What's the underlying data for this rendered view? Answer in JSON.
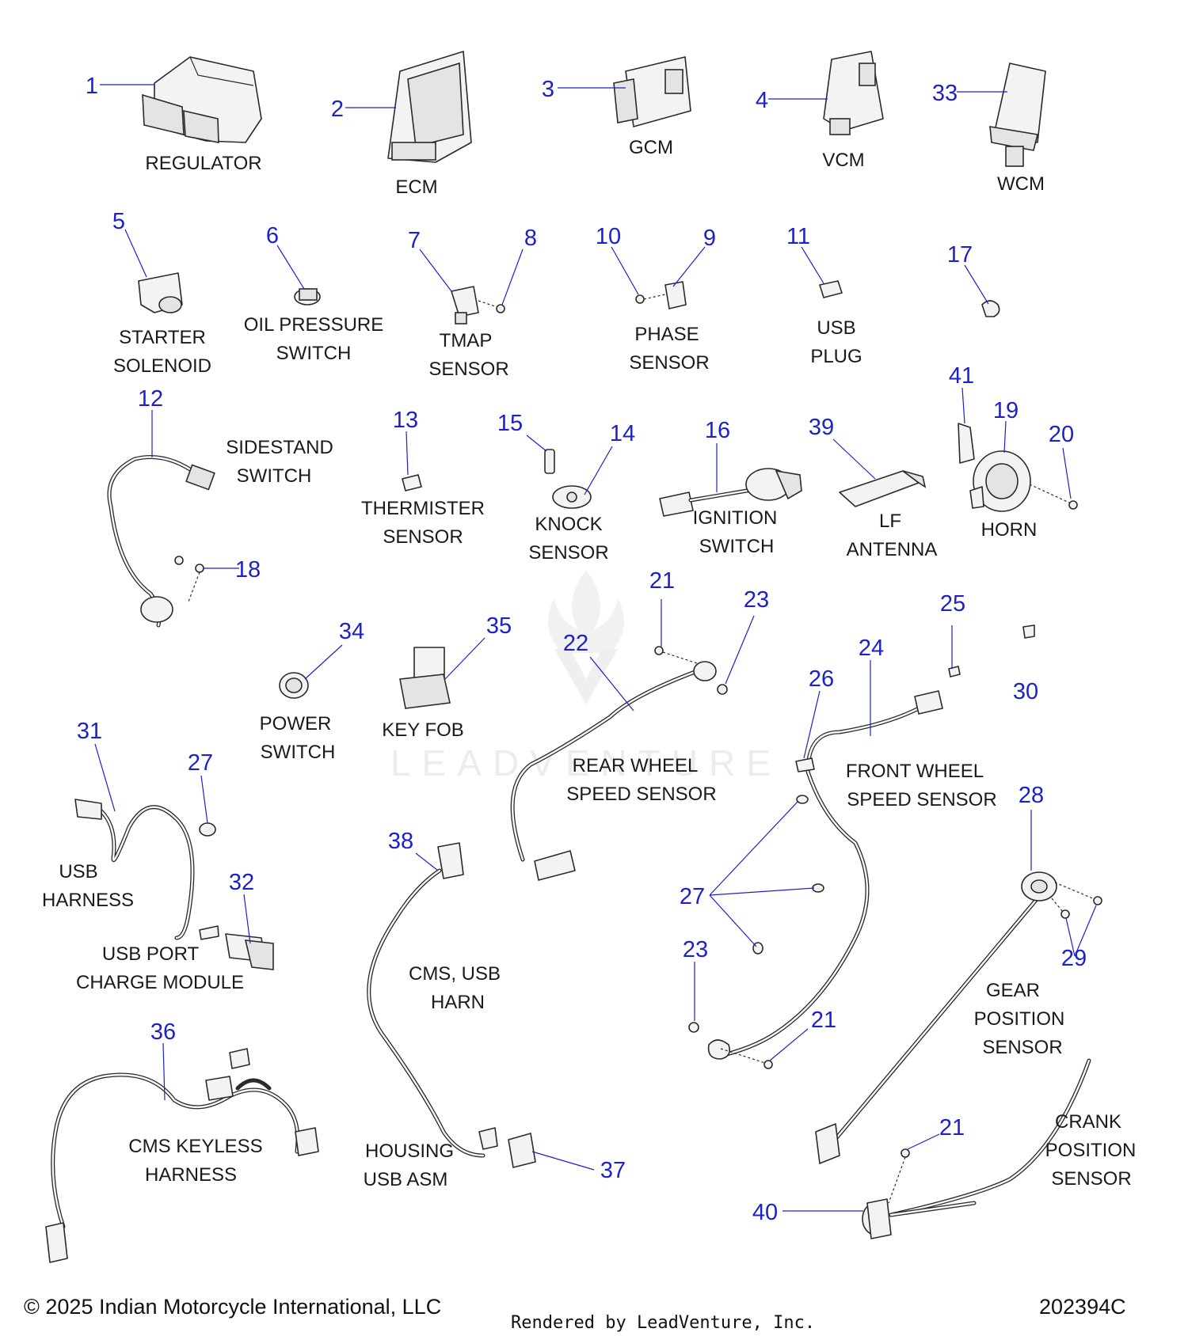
{
  "parts": [
    {
      "num": "1",
      "label": [
        "REGULATOR"
      ]
    },
    {
      "num": "2",
      "label": [
        "ECM"
      ]
    },
    {
      "num": "3",
      "label": [
        "GCM"
      ]
    },
    {
      "num": "4",
      "label": [
        "VCM"
      ]
    },
    {
      "num": "33",
      "label": [
        "WCM"
      ]
    },
    {
      "num": "5",
      "label": [
        "STARTER",
        "SOLENOID"
      ]
    },
    {
      "num": "6",
      "label": [
        "OIL PRESSURE",
        "SWITCH"
      ]
    },
    {
      "num": "7",
      "label": [
        "TMAP",
        "SENSOR"
      ]
    },
    {
      "num": "8",
      "label": []
    },
    {
      "num": "10",
      "label": []
    },
    {
      "num": "9",
      "label": [
        "PHASE",
        "SENSOR"
      ]
    },
    {
      "num": "11",
      "label": [
        "USB",
        "PLUG"
      ]
    },
    {
      "num": "17",
      "label": []
    },
    {
      "num": "12",
      "label": [
        "SIDESTAND",
        "SWITCH"
      ]
    },
    {
      "num": "18",
      "label": []
    },
    {
      "num": "13",
      "label": [
        "THERMISTER",
        "SENSOR"
      ]
    },
    {
      "num": "15",
      "label": []
    },
    {
      "num": "14",
      "label": [
        "KNOCK",
        "SENSOR"
      ]
    },
    {
      "num": "16",
      "label": [
        "IGNITION",
        "SWITCH"
      ]
    },
    {
      "num": "39",
      "label": [
        "LF",
        "ANTENNA"
      ]
    },
    {
      "num": "41",
      "label": []
    },
    {
      "num": "19",
      "label": [
        "HORN"
      ]
    },
    {
      "num": "20",
      "label": []
    },
    {
      "num": "34",
      "label": [
        "POWER",
        "SWITCH"
      ]
    },
    {
      "num": "35",
      "label": [
        "KEY FOB"
      ]
    },
    {
      "num": "22",
      "label": [
        "REAR WHEEL",
        "SPEED SENSOR"
      ]
    },
    {
      "num": "24",
      "label": [
        "FRONT WHEEL",
        "SPEED SENSOR"
      ]
    },
    {
      "num": "25",
      "label": []
    },
    {
      "num": "26",
      "label": []
    },
    {
      "num": "30",
      "label": []
    },
    {
      "num": "31",
      "label": [
        "USB",
        "HARNESS"
      ]
    },
    {
      "num": "32",
      "label": [
        "USB PORT",
        "CHARGE MODULE"
      ]
    },
    {
      "num": "38",
      "label": [
        "CMS, USB",
        "HARN"
      ]
    },
    {
      "num": "37",
      "label": [
        "HOUSING",
        "USB ASM"
      ]
    },
    {
      "num": "36",
      "label": [
        "CMS KEYLESS",
        "HARNESS"
      ]
    },
    {
      "num": "28",
      "label": [
        "GEAR",
        "POSITION",
        "SENSOR"
      ]
    },
    {
      "num": "29",
      "label": []
    },
    {
      "num": "40",
      "label": [
        "CRANK",
        "POSITION",
        "SENSOR"
      ]
    }
  ],
  "extra_numbers": {
    "n21a": "21",
    "n21b": "21",
    "n21c": "21",
    "n23a": "23",
    "n23b": "23",
    "n27a": "27",
    "n27b": "27"
  },
  "watermark": "LEADVENTURE",
  "footer": {
    "copyright": "© 2025 Indian Motorcycle International, LLC",
    "rendered_by": "Rendered by LeadVenture, Inc.",
    "part_code": "202394C"
  },
  "colors": {
    "callout": "#1d22c8",
    "text": "#1a1a1a",
    "line_art": "#2a2a2a",
    "background": "#ffffff"
  }
}
